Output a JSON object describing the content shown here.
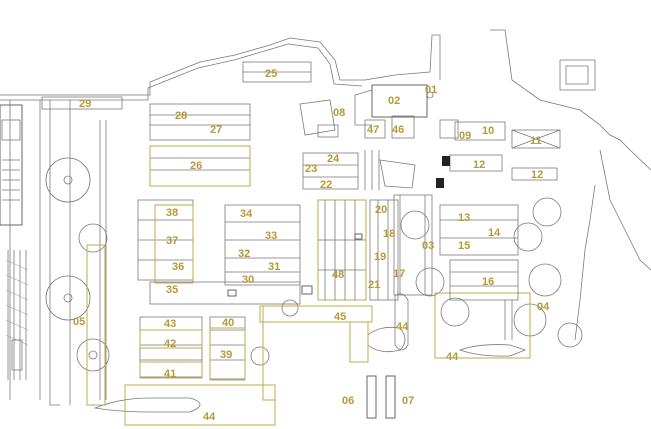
{
  "labels": [
    "01",
    "02",
    "03",
    "04",
    "05",
    "06",
    "07",
    "08",
    "09",
    "10",
    "11",
    "12",
    "12",
    "13",
    "14",
    "15",
    "16",
    "17",
    "18",
    "19",
    "20",
    "21",
    "22",
    "23",
    "24",
    "25",
    "26",
    "27",
    "28",
    "29",
    "30",
    "31",
    "32",
    "33",
    "34",
    "35",
    "36",
    "37",
    "38",
    "39",
    "40",
    "41",
    "42",
    "43",
    "44",
    "44",
    "44",
    "45",
    "46",
    "47",
    "48"
  ],
  "colors": {
    "label": "#b39a3b",
    "outline": "#c0a94f",
    "line": "#7a7a7a"
  }
}
